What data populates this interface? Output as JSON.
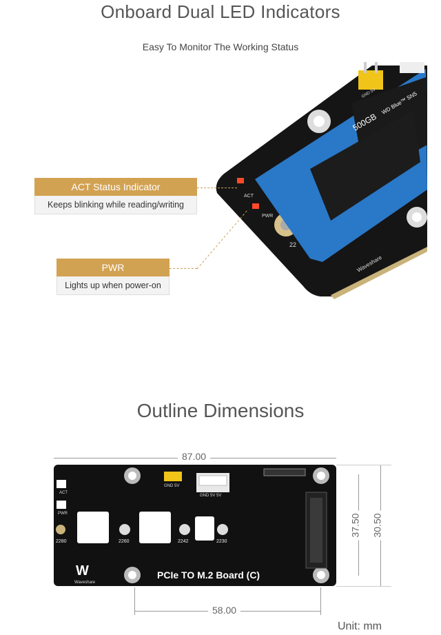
{
  "section1": {
    "title": "Onboard Dual LED Indicators",
    "subtitle": "Easy To Monitor The Working Status",
    "act_label": {
      "title": "ACT Status Indicator",
      "desc": "Keeps blinking while reading/writing"
    },
    "pwr_label": {
      "title": "PWR",
      "desc": "Lights up when power-on"
    },
    "photo_text": {
      "ssd_capacity": "500GB",
      "ssd_brand": "WD Blue™ SN5",
      "pin_label": "GND 5V",
      "led_act": "ACT",
      "led_pwr": "PWR",
      "size_mark": "22",
      "brand": "Waveshare"
    }
  },
  "section2": {
    "title": "Outline Dimensions",
    "dims": {
      "width": "87.00",
      "hole_spacing": "58.00",
      "height_inner": "37.50",
      "height_outer": "30.50"
    },
    "unit": "Unit: mm",
    "board": {
      "name": "PCIe TO M.2 Board (C)",
      "brand": "Waveshare",
      "gnd_5v": "GND 5V",
      "connector_label": "GND 5V 5V",
      "act": "ACT",
      "pwr": "PWR",
      "holes": [
        "2280",
        "2260",
        "2242",
        "2230"
      ]
    }
  },
  "colors": {
    "accent": "#d2a253",
    "board": "#111111",
    "ssd": "#2a78c8"
  }
}
